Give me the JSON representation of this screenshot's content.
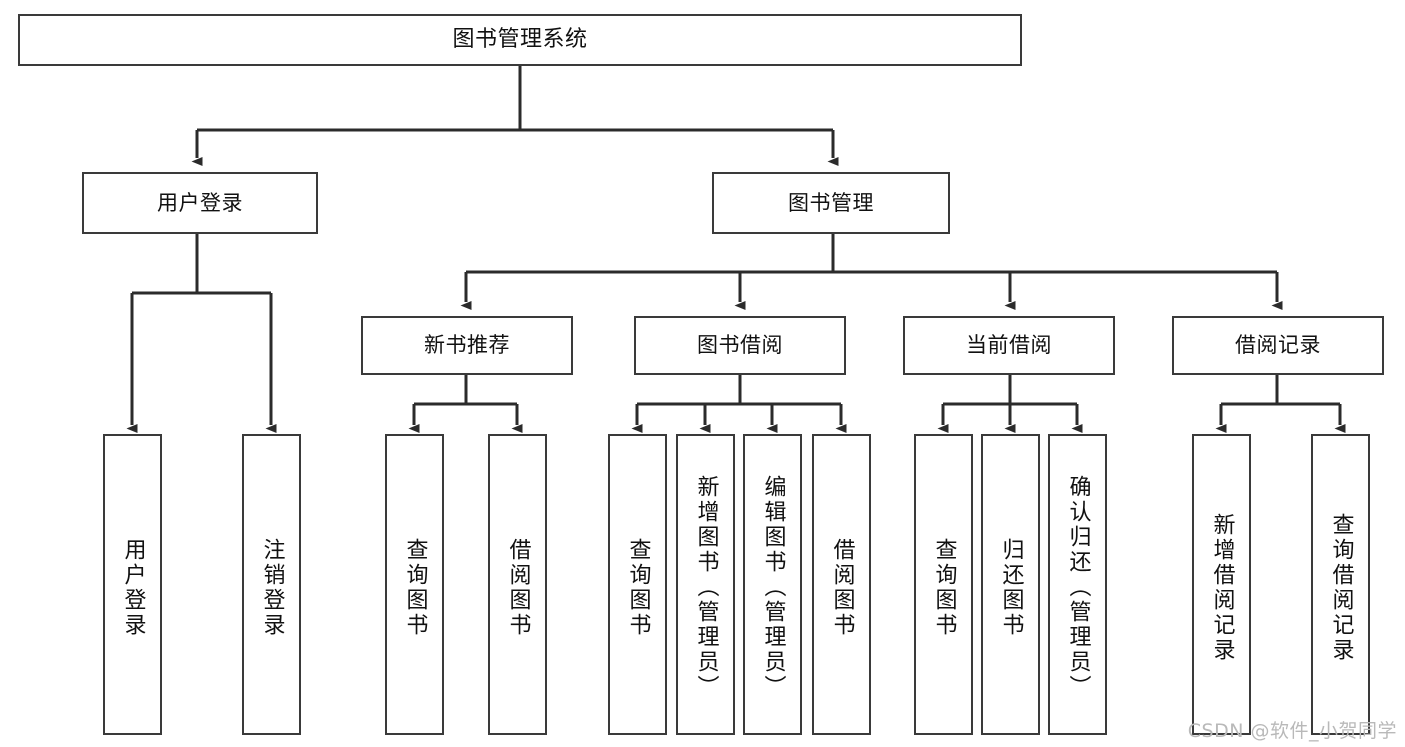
{
  "diagram": {
    "type": "hierarchy-tree",
    "title": "图书管理系统",
    "line_color": "#3a3a3a",
    "box_fill": "#ffffff",
    "text_color": "#111111",
    "watermark": "CSDN @软件_小贺同学",
    "levels": {
      "level1": [
        "图书管理系统"
      ],
      "level2": [
        "用户登录",
        "图书管理"
      ],
      "level3": [
        "新书推荐",
        "图书借阅",
        "当前借阅",
        "借阅记录"
      ],
      "level4": [
        "用户登录",
        "注销登录",
        "查询图书",
        "借阅图书",
        "查询图书",
        "新增图书（管理员）",
        "编辑图书（管理员）",
        "借阅图书",
        "查询图书",
        "归还图书",
        "确认归还（管理员）",
        "新增借阅记录",
        "查询借阅记录"
      ]
    },
    "nodes": {
      "root": {
        "label": "图书管理系统"
      },
      "user_login": {
        "label": "用户登录"
      },
      "book_manage": {
        "label": "图书管理"
      },
      "new_book_rec": {
        "label": "新书推荐"
      },
      "book_borrow": {
        "label": "图书借阅"
      },
      "current_borrow": {
        "label": "当前借阅"
      },
      "borrow_record": {
        "label": "借阅记录"
      },
      "leaf_user_login": {
        "label": "用户登录"
      },
      "leaf_logout": {
        "label": "注销登录"
      },
      "leaf_query_book_1": {
        "label": "查询图书"
      },
      "leaf_borrow_book_1": {
        "label": "借阅图书"
      },
      "leaf_query_book_2": {
        "label": "查询图书"
      },
      "leaf_add_book_admin": {
        "label": "新增图书（管理员）"
      },
      "leaf_edit_book_admin": {
        "label": "编辑图书（管理员）"
      },
      "leaf_borrow_book_2": {
        "label": "借阅图书"
      },
      "leaf_query_book_3": {
        "label": "查询图书"
      },
      "leaf_return_book": {
        "label": "归还图书"
      },
      "leaf_confirm_return_admin": {
        "label": "确认归还（管理员）"
      },
      "leaf_add_borrow_record": {
        "label": "新增借阅记录"
      },
      "leaf_query_borrow_record": {
        "label": "查询借阅记录"
      }
    },
    "edges": [
      {
        "from": "root",
        "to": "user_login"
      },
      {
        "from": "root",
        "to": "book_manage"
      },
      {
        "from": "user_login",
        "to": "leaf_user_login"
      },
      {
        "from": "user_login",
        "to": "leaf_logout"
      },
      {
        "from": "book_manage",
        "to": "new_book_rec"
      },
      {
        "from": "book_manage",
        "to": "book_borrow"
      },
      {
        "from": "book_manage",
        "to": "current_borrow"
      },
      {
        "from": "book_manage",
        "to": "borrow_record"
      },
      {
        "from": "new_book_rec",
        "to": "leaf_query_book_1"
      },
      {
        "from": "new_book_rec",
        "to": "leaf_borrow_book_1"
      },
      {
        "from": "book_borrow",
        "to": "leaf_query_book_2"
      },
      {
        "from": "book_borrow",
        "to": "leaf_add_book_admin"
      },
      {
        "from": "book_borrow",
        "to": "leaf_edit_book_admin"
      },
      {
        "from": "book_borrow",
        "to": "leaf_borrow_book_2"
      },
      {
        "from": "current_borrow",
        "to": "leaf_query_book_3"
      },
      {
        "from": "current_borrow",
        "to": "leaf_return_book"
      },
      {
        "from": "current_borrow",
        "to": "leaf_confirm_return_admin"
      },
      {
        "from": "borrow_record",
        "to": "leaf_add_borrow_record"
      },
      {
        "from": "borrow_record",
        "to": "leaf_query_borrow_record"
      }
    ]
  }
}
